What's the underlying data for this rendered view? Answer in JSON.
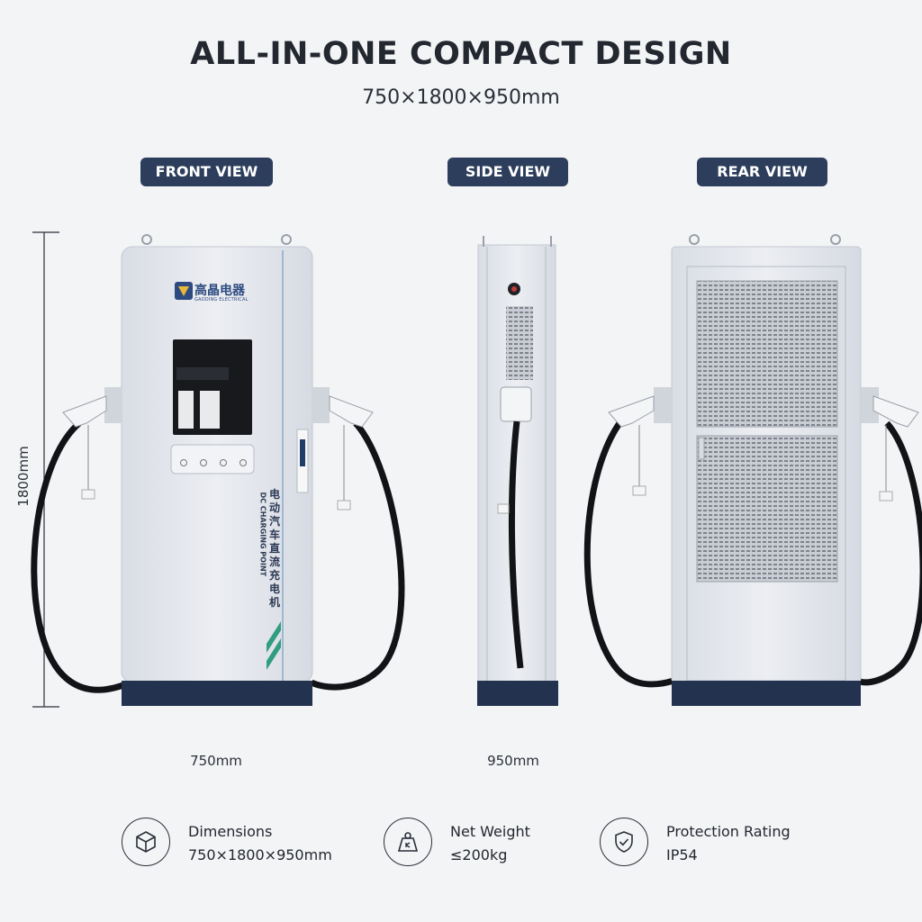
{
  "header": {
    "title": "ALL-IN-ONE COMPACT DESIGN",
    "subtitle": "750×1800×950mm"
  },
  "views": {
    "front": "FRONT VIEW",
    "side": "SIDE VIEW",
    "rear": "REAR VIEW"
  },
  "dimensions": {
    "width": "750mm",
    "depth": "950mm",
    "height": "1800mm"
  },
  "charger": {
    "brand_cn": "高晶电器",
    "brand_en": "GAODING ELECTRICAL",
    "label_cn": "电动汽车直流充电机",
    "label_en": "DC CHARGING POINT"
  },
  "specs": [
    {
      "title": "Dimensions",
      "value": "750×1800×950mm",
      "icon": "cube-icon"
    },
    {
      "title": "Net Weight",
      "value": "≤200kg",
      "icon": "weight-icon"
    },
    {
      "title": "Protection Rating",
      "value": "IP54",
      "icon": "shield-check-icon"
    }
  ],
  "colors": {
    "background": "#f3f4f6",
    "label_bg": "#2d3e5c",
    "cabinet": "#e4e7ed",
    "base": "#22324f",
    "accent_green": "#2f9d7e"
  }
}
